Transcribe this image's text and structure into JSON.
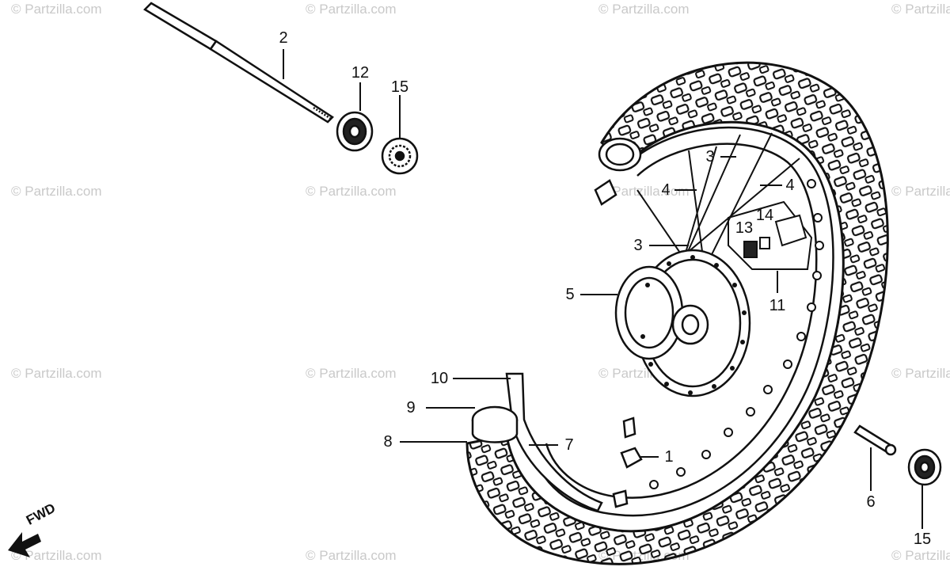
{
  "watermark": "© Partzilla.com",
  "direction_label": "FWD",
  "callouts": [
    {
      "id": "c1",
      "text": "1"
    },
    {
      "id": "c2",
      "text": "2"
    },
    {
      "id": "c3a",
      "text": "3"
    },
    {
      "id": "c3b",
      "text": "3"
    },
    {
      "id": "c4a",
      "text": "4"
    },
    {
      "id": "c4b",
      "text": "4"
    },
    {
      "id": "c5",
      "text": "5"
    },
    {
      "id": "c6",
      "text": "6"
    },
    {
      "id": "c7",
      "text": "7"
    },
    {
      "id": "c8",
      "text": "8"
    },
    {
      "id": "c9",
      "text": "9"
    },
    {
      "id": "c10",
      "text": "10"
    },
    {
      "id": "c11",
      "text": "11"
    },
    {
      "id": "c12",
      "text": "12"
    },
    {
      "id": "c13",
      "text": "13"
    },
    {
      "id": "c14",
      "text": "14"
    },
    {
      "id": "c15a",
      "text": "15"
    },
    {
      "id": "c15b",
      "text": "15"
    }
  ]
}
